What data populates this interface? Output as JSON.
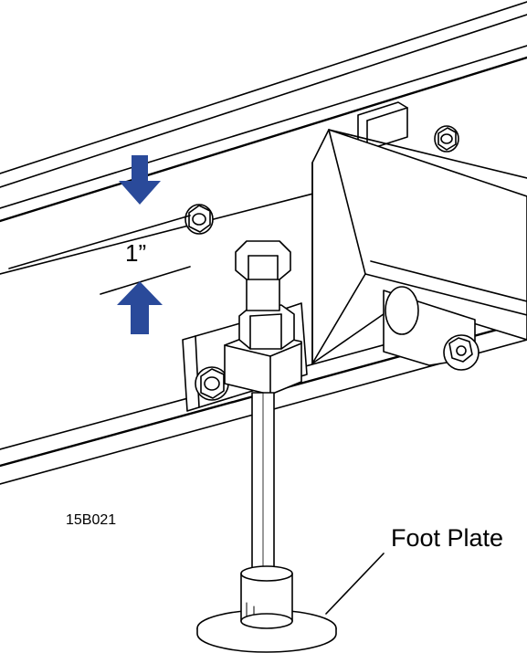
{
  "labels": {
    "dimension": "1”",
    "figure_id": "15B021",
    "callout": "Foot Plate"
  },
  "colors": {
    "arrow_fill": "#2a4a9a",
    "line": "#000000",
    "background": "#ffffff"
  },
  "icons": {
    "down_arrow": "arrow-down-icon",
    "up_arrow": "arrow-up-icon"
  }
}
